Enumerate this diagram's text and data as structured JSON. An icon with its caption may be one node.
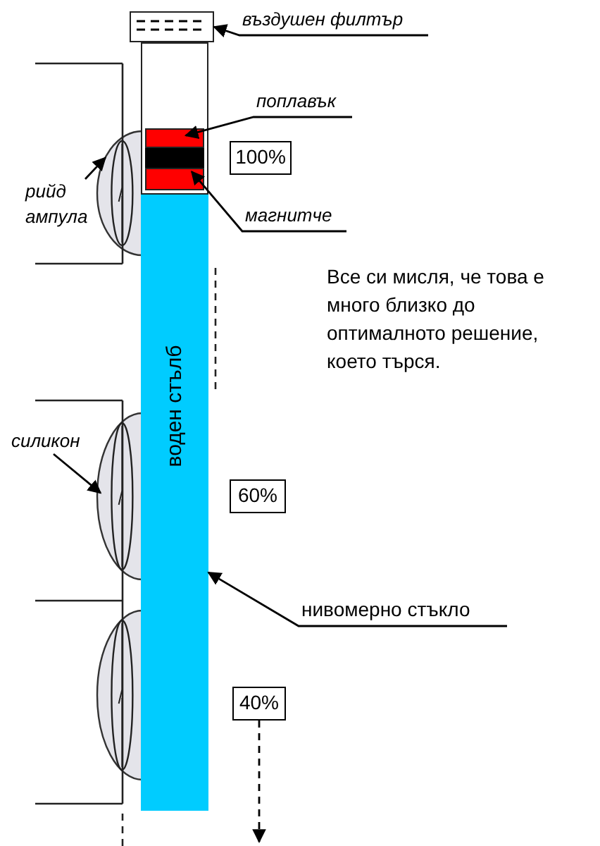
{
  "diagram": {
    "nodes": [
      {
        "text": [
          "въздушен филтър"
        ]
      },
      {
        "text": [],
        "shape": "box"
      },
      {
        "text": [
          "поплавък"
        ]
      },
      {
        "text": [],
        "shape": "box",
        "in": 12
      },
      {
        "text": [
          "магнитче"
        ]
      },
      {
        "text": [],
        "shape": "box",
        "in": 12
      },
      {
        "text": [
          "рийд ампула"
        ]
      },
      {
        "text": [],
        "shape": "ellipse"
      },
      {
        "text": [
          "силикон"
        ]
      },
      {
        "text": [],
        "shape": "ellipse"
      },
      {
        "text": [],
        "shape": "ellipse"
      },
      {
        "text": [
          "нивомерно стъкло"
        ]
      },
      {
        "text": [],
        "shape": "box"
      },
      {
        "text": [
          "воден стълб"
        ],
        "in": 12
      },
      {
        "text": [
          "100%"
        ]
      },
      {
        "text": [
          "60%"
        ]
      },
      {
        "text": [
          "40%"
        ]
      }
    ],
    "edges": [
      {
        "from": 0,
        "to": 1,
        "arrow": "to"
      },
      {
        "from": 2,
        "to": 3,
        "arrow": "to"
      },
      {
        "from": 4,
        "to": 5,
        "arrow": "to"
      },
      {
        "from": 6,
        "to": 7,
        "arrow": "to"
      },
      {
        "from": 8,
        "to": 9,
        "arrow": "to"
      },
      {
        "from": 11,
        "to": 12,
        "arrow": "to"
      },
      {
        "from": 16,
        "to": null,
        "arrow": "to",
        "style": "dashed"
      }
    ],
    "labels": [
      "Все си мисля, че това е много близко до оптималното решение, което търся."
    ]
  }
}
